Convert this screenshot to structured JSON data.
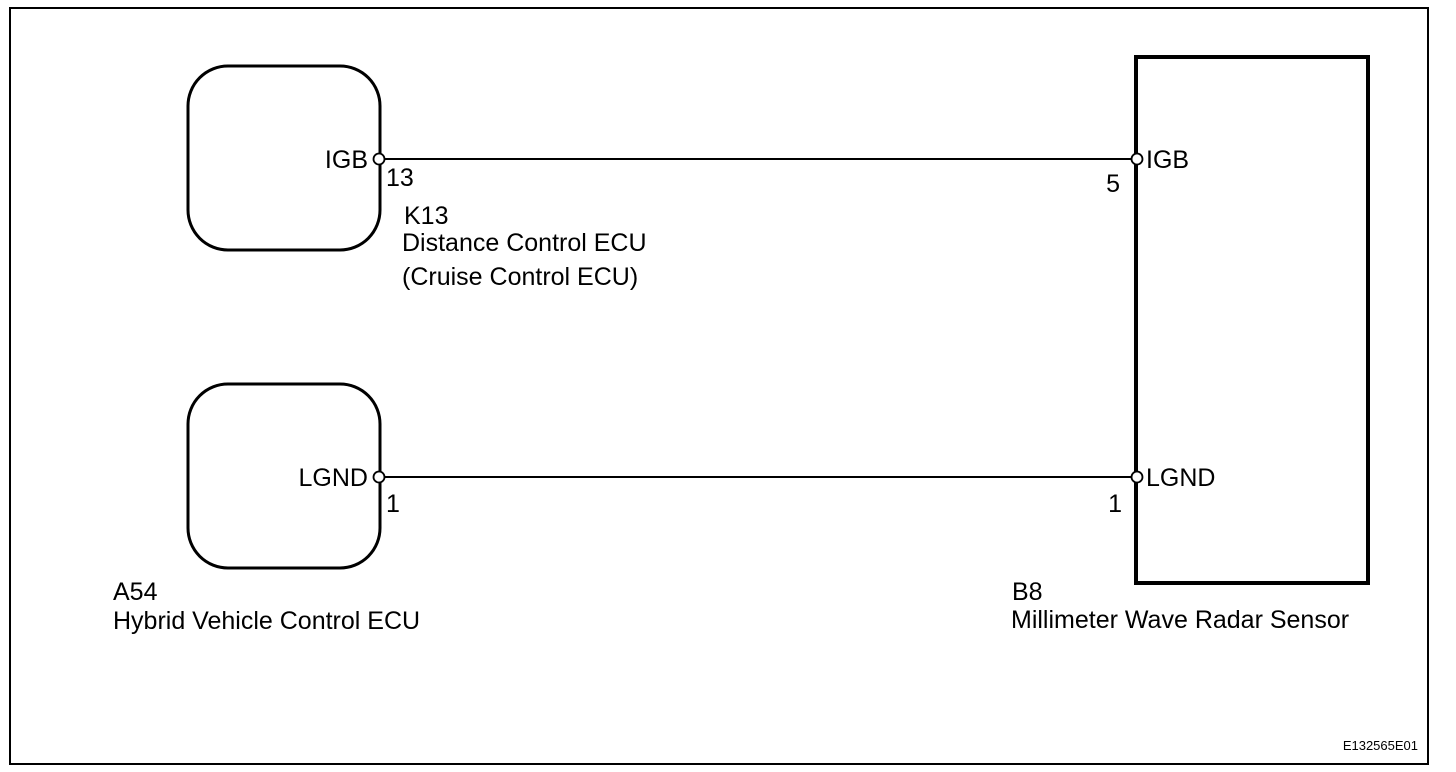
{
  "diagram": {
    "code": "E132565E01",
    "components": {
      "distance_ecu": {
        "connector": "K13",
        "name_line1": "Distance Control ECU",
        "name_line2": "(Cruise Control ECU)",
        "terminal": "IGB",
        "pin": "13"
      },
      "hybrid_ecu": {
        "connector": "A54",
        "name": "Hybrid Vehicle Control ECU",
        "terminal": "LGND",
        "pin": "1"
      },
      "radar_sensor": {
        "connector": "B8",
        "name": "Millimeter Wave Radar Sensor",
        "terminal_top": "IGB",
        "pin_top": "5",
        "terminal_bottom": "LGND",
        "pin_bottom": "1"
      }
    }
  }
}
